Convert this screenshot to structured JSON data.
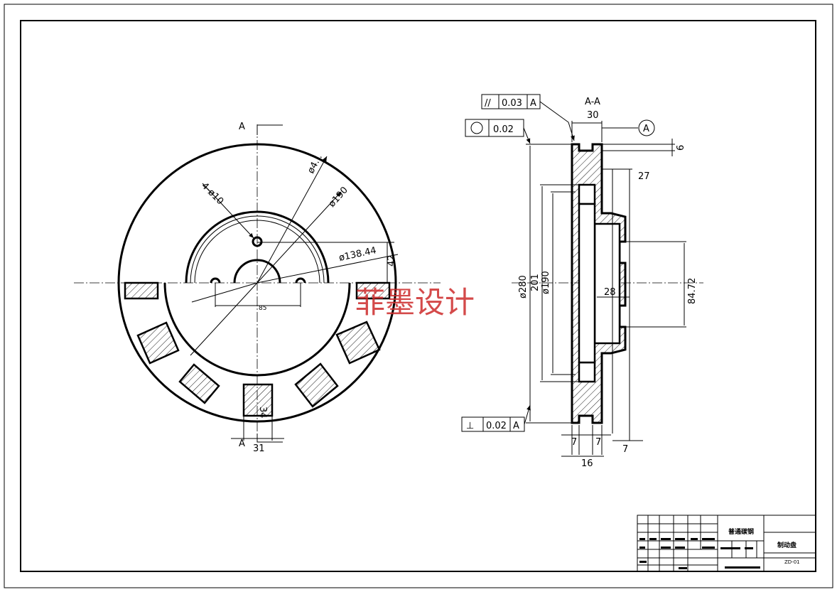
{
  "watermark": "菲墨设计",
  "front_view": {
    "section_marker": "A",
    "section_marker_bottom": "A",
    "hole_label": "4-ø10",
    "dim_outer_dia": "ø4...",
    "dim_dia_190": "ø190",
    "dim_dia_138": "ø138.44",
    "dim_42": "42",
    "dim_85": "85",
    "dim_34": "34",
    "dim_31": "31"
  },
  "section_view": {
    "title": "A-A",
    "gdt_parallel": {
      "symbol": "//",
      "value": "0.03",
      "datum": "A"
    },
    "gdt_circularity": {
      "symbol": "○",
      "value": "0.02"
    },
    "gdt_perpendicular": {
      "symbol": "⊥",
      "value": "0.02",
      "datum": "A"
    },
    "datum_label": "A",
    "dim_30": "30",
    "dim_6": "6",
    "dim_27": "27",
    "dim_280": "ø280",
    "dim_201": "201",
    "dim_190": "ø190",
    "dim_28": "28",
    "dim_84": "84.72",
    "dim_7a": "7",
    "dim_7b": "7",
    "dim_7c": "7",
    "dim_16": "16"
  },
  "title_block": {
    "material": "普通碳钢",
    "part_name": "制动盘",
    "drawing_no": "ZD-01"
  }
}
